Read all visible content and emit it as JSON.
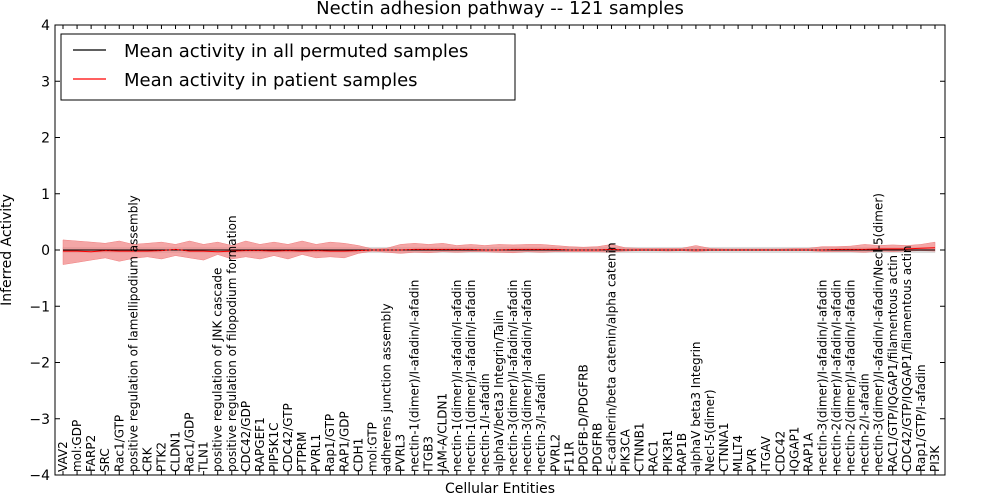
{
  "chart_data": {
    "type": "line",
    "title": "Nectin adhesion pathway -- 121 samples",
    "xlabel": "Cellular Entities",
    "ylabel": "Inferred Activity",
    "ylim": [
      -4,
      4
    ],
    "yticks": [
      "−4",
      "−3",
      "−2",
      "−1",
      "0",
      "1",
      "2",
      "3",
      "4"
    ],
    "legend_position": "top-left",
    "categories": [
      "VAV2",
      "mol:GDP",
      "FARP2",
      "SRC",
      "Rac1/GTP",
      "positive regulation of lamellipodium assembly",
      "CRK",
      "PTK2",
      "CLDN1",
      "Rac1/GDP",
      "TLN1",
      "positive regulation of JNK cascade",
      "positive regulation of filopodium formation",
      "CDC42/GDP",
      "RAPGEF1",
      "PIP5K1C",
      "CDC42/GTP",
      "PTPRM",
      "PVRL1",
      "Rap1/GTP",
      "RAP1/GDP",
      "CDH1",
      "mol:GTP",
      "adherens junction assembly",
      "PVRL3",
      "nectin-1(dimer)/I-afadin/I-afadin",
      "ITGB3",
      "JAM-A/CLDN1",
      "nectin-1(dimer)/I-afadin/I-afadin",
      "nectin-1(dimer)/I-afadin/I-afadin",
      "nectin-1/I-afadin",
      "alphaV/beta3 Integrin/Talin",
      "nectin-3(dimer)/I-afadin/I-afadin",
      "nectin-3(dimer)/I-afadin/I-afadin",
      "nectin-3/I-afadin",
      "PVRL2",
      "F11R",
      "PDGFB-D/PDGFRB",
      "PDGFRB",
      "E-cadherin/beta catenin/alpha catenin",
      "PIK3CA",
      "CTNNB1",
      "RAC1",
      "PIK3R1",
      "RAP1B",
      "alphaV beta3 Integrin",
      "Necl-5(dimer)",
      "CTNNA1",
      "MLLT4",
      "PVR",
      "ITGAV",
      "CDC42",
      "IQGAP1",
      "RAP1A",
      "nectin-3(dimer)/I-afadin/I-afadin",
      "nectin-2(dimer)/I-afadin/I-afadin",
      "nectin-2(dimer)/I-afadin/I-afadin",
      "nectin-2/I-afadin",
      "nectin-3(dimer)/I-afadin/I-afadin/Necl-5(dimer)",
      "RAC1/GTP/IQGAP1/filamentous actin",
      "CDC42/GTP/IQGAP1/filamentous actin",
      "Rap1/GTP/I-afadin",
      "PI3K"
    ],
    "series": [
      {
        "name": "Mean activity in all permuted samples",
        "color": "#000000",
        "values": [
          0.0,
          0.0,
          0.0,
          0.0,
          0.0,
          0.0,
          0.0,
          0.0,
          0.0,
          0.0,
          0.0,
          0.0,
          0.0,
          0.0,
          0.0,
          0.0,
          0.0,
          0.0,
          0.0,
          0.0,
          0.0,
          0.0,
          0.0,
          0.0,
          0.0,
          0.0,
          0.0,
          0.0,
          0.0,
          0.0,
          0.0,
          0.0,
          0.0,
          0.0,
          0.0,
          0.0,
          0.0,
          0.0,
          0.0,
          0.0,
          0.0,
          0.0,
          0.0,
          0.0,
          0.0,
          0.0,
          0.0,
          0.0,
          0.0,
          0.0,
          0.0,
          0.0,
          0.0,
          0.0,
          0.0,
          0.0,
          0.0,
          0.0,
          0.0,
          0.0,
          0.0,
          0.0,
          0.0
        ],
        "band_lower": [
          -0.05,
          -0.05,
          -0.05,
          -0.05,
          -0.05,
          -0.05,
          -0.05,
          -0.05,
          -0.05,
          -0.05,
          -0.05,
          -0.05,
          -0.05,
          -0.05,
          -0.05,
          -0.05,
          -0.05,
          -0.05,
          -0.05,
          -0.05,
          -0.05,
          -0.05,
          -0.05,
          -0.05,
          -0.05,
          -0.05,
          -0.05,
          -0.05,
          -0.05,
          -0.05,
          -0.05,
          -0.05,
          -0.05,
          -0.05,
          -0.05,
          -0.05,
          -0.05,
          -0.05,
          -0.05,
          -0.05,
          -0.05,
          -0.05,
          -0.05,
          -0.05,
          -0.05,
          -0.05,
          -0.05,
          -0.05,
          -0.05,
          -0.05,
          -0.05,
          -0.05,
          -0.05,
          -0.05,
          -0.05,
          -0.05,
          -0.05,
          -0.05,
          -0.05,
          -0.05,
          -0.05,
          -0.05,
          -0.05
        ],
        "band_upper": [
          0.05,
          0.05,
          0.05,
          0.05,
          0.05,
          0.05,
          0.05,
          0.05,
          0.05,
          0.05,
          0.05,
          0.05,
          0.05,
          0.05,
          0.05,
          0.05,
          0.05,
          0.05,
          0.05,
          0.05,
          0.05,
          0.05,
          0.05,
          0.05,
          0.05,
          0.05,
          0.05,
          0.05,
          0.05,
          0.05,
          0.05,
          0.05,
          0.05,
          0.05,
          0.05,
          0.05,
          0.05,
          0.05,
          0.05,
          0.05,
          0.05,
          0.05,
          0.05,
          0.05,
          0.05,
          0.05,
          0.05,
          0.05,
          0.05,
          0.05,
          0.05,
          0.05,
          0.05,
          0.05,
          0.05,
          0.05,
          0.05,
          0.05,
          0.05,
          0.05,
          0.05,
          0.05,
          0.05
        ],
        "band_color": "#d8d8d8"
      },
      {
        "name": "Mean activity in patient samples",
        "color": "#ff0000",
        "values": [
          -0.02,
          -0.02,
          -0.03,
          -0.01,
          -0.02,
          -0.02,
          -0.02,
          -0.01,
          0.01,
          -0.02,
          -0.02,
          -0.03,
          -0.02,
          -0.01,
          -0.01,
          -0.02,
          -0.01,
          -0.02,
          -0.01,
          -0.02,
          -0.02,
          -0.01,
          0.0,
          0.0,
          0.0,
          0.01,
          0.01,
          0.01,
          0.01,
          0.01,
          0.0,
          0.0,
          0.01,
          0.01,
          0.01,
          0.01,
          0.0,
          0.0,
          0.0,
          0.01,
          0.0,
          0.0,
          0.0,
          0.0,
          0.0,
          0.0,
          0.0,
          0.0,
          0.0,
          0.0,
          0.0,
          0.0,
          0.0,
          0.0,
          0.0,
          0.01,
          0.01,
          0.01,
          0.02,
          0.02,
          0.02,
          0.03,
          0.04
        ],
        "band_lower": [
          -0.26,
          -0.22,
          -0.18,
          -0.14,
          -0.2,
          -0.15,
          -0.12,
          -0.16,
          -0.1,
          -0.14,
          -0.18,
          -0.08,
          -0.16,
          -0.12,
          -0.16,
          -0.1,
          -0.16,
          -0.08,
          -0.14,
          -0.12,
          -0.14,
          -0.06,
          -0.02,
          -0.04,
          -0.06,
          -0.04,
          -0.05,
          -0.03,
          -0.04,
          -0.03,
          -0.03,
          -0.04,
          -0.05,
          -0.03,
          -0.04,
          -0.03,
          -0.03,
          -0.03,
          -0.03,
          -0.04,
          -0.02,
          -0.01,
          -0.01,
          -0.02,
          -0.01,
          -0.03,
          -0.01,
          -0.01,
          -0.01,
          -0.01,
          -0.01,
          -0.01,
          -0.01,
          -0.01,
          -0.03,
          -0.03,
          -0.03,
          -0.04,
          -0.02,
          -0.03,
          -0.02,
          -0.01,
          -0.02
        ],
        "band_upper": [
          0.18,
          0.16,
          0.14,
          0.12,
          0.16,
          0.1,
          0.12,
          0.14,
          0.1,
          0.16,
          0.1,
          0.14,
          0.08,
          0.16,
          0.1,
          0.14,
          0.1,
          0.16,
          0.1,
          0.14,
          0.12,
          0.08,
          0.02,
          0.03,
          0.1,
          0.12,
          0.1,
          0.12,
          0.08,
          0.1,
          0.08,
          0.1,
          0.09,
          0.1,
          0.1,
          0.08,
          0.06,
          0.05,
          0.06,
          0.1,
          0.04,
          0.03,
          0.03,
          0.03,
          0.03,
          0.08,
          0.03,
          0.02,
          0.02,
          0.02,
          0.02,
          0.02,
          0.03,
          0.03,
          0.06,
          0.06,
          0.07,
          0.1,
          0.08,
          0.09,
          0.08,
          0.1,
          0.14
        ],
        "band_color": "#f08080"
      }
    ]
  }
}
